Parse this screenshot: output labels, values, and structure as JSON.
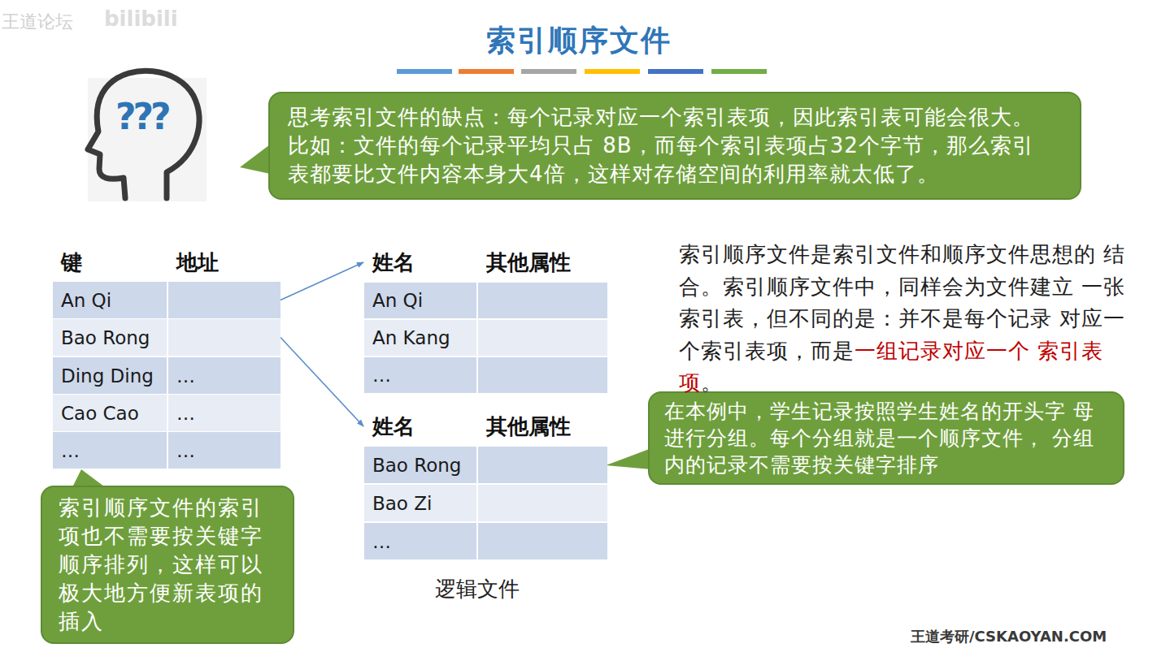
{
  "diagram": {
    "title": "索引顺序文件",
    "nodes": [
      {
        "text": [
          "思考索引文件的缺点：每个记录对应一个索引表项，因此索引表可能会很大。 比如：文件的每个记录平均只占 8B，而每个索引表项占32个字节，那么索引 表都要比文件内容本身大4倍，这样对存储空间的利用率就太低了。"
        ]
      },
      {
        "text": [
          "键",
          "地址"
        ]
      },
      {
        "text": [
          "An Qi"
        ],
        "in": 1
      },
      {
        "text": [
          "Bao Rong"
        ],
        "in": 1
      },
      {
        "text": [
          "Ding Ding",
          "…"
        ],
        "in": 1
      },
      {
        "text": [
          "Cao Cao",
          "…"
        ],
        "in": 1
      },
      {
        "text": [
          "…",
          "…"
        ],
        "in": 1
      },
      {
        "text": [
          "姓名",
          "其他属性"
        ]
      },
      {
        "text": [
          "An Qi"
        ],
        "in": 7
      },
      {
        "text": [
          "An Kang"
        ],
        "in": 7
      },
      {
        "text": [
          "…"
        ],
        "in": 7
      },
      {
        "text": [
          "姓名",
          "其他属性"
        ]
      },
      {
        "text": [
          "Bao Rong"
        ],
        "in": 11
      },
      {
        "text": [
          "Bao Zi"
        ],
        "in": 11
      },
      {
        "text": [
          "…"
        ],
        "in": 11
      },
      {
        "text": [
          "在本例中，学生记录按照学生姓名的开头字 母进行分组。每个分组就是一个顺序文件， 分组内的记录不需要按关键字排序"
        ]
      },
      {
        "text": [
          "索引顺序文件的索引 项也不需要按关键字 顺序排列，这样可以 极大地方便新表项的 插入"
        ]
      }
    ],
    "edges": [
      {
        "from": 2,
        "to": 7,
        "arrow": "to"
      },
      {
        "from": 3,
        "to": 11,
        "arrow": "to"
      }
    ],
    "labels": [
      "索引顺序文件是索引文件和顺序文件思想的 结合。索引顺序文件中，同样会为文件建立 一张索引表，但不同的是：并不是每个记录 对应一个索引表项，而是",
      "一组记录对应一个 索引表项",
      "。",
      "逻辑文件",
      "???",
      "王道论坛",
      "bilibili",
      "王道考研/CSKAOYAN.COM"
    ]
  }
}
